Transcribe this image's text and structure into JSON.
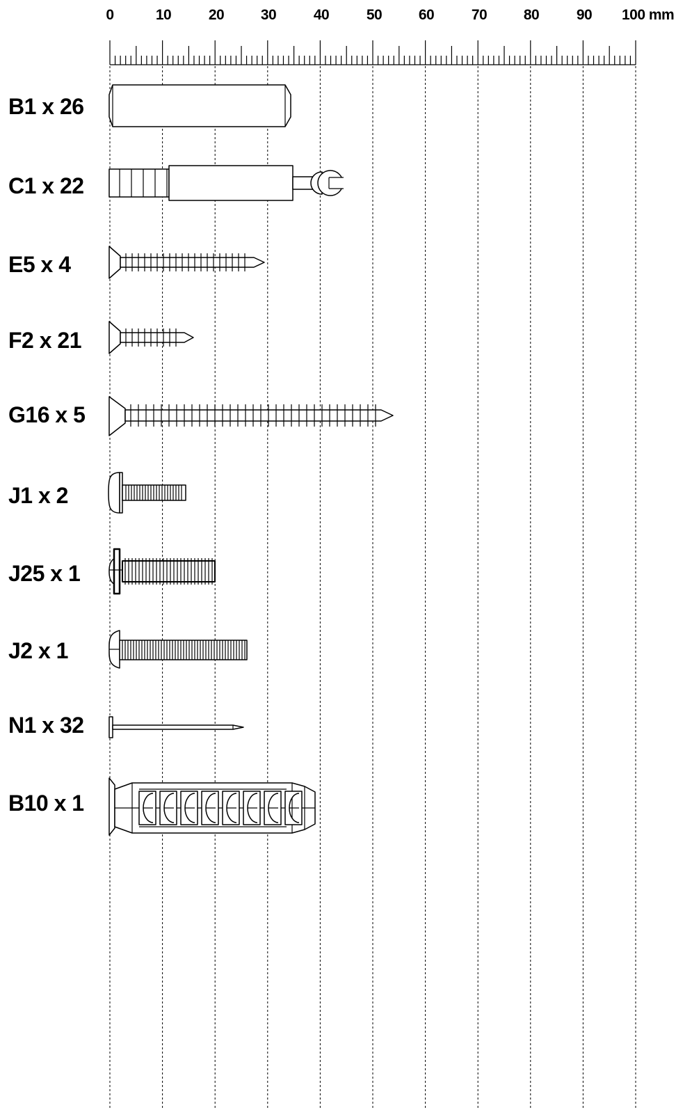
{
  "scale": {
    "tick_labels": [
      "0",
      "10",
      "20",
      "30",
      "40",
      "50",
      "60",
      "70",
      "80",
      "90",
      "100 mm"
    ]
  },
  "parts": [
    {
      "id": "B1",
      "label": "B1 x 26",
      "kind": "dowel"
    },
    {
      "id": "C1",
      "label": "C1 x 22",
      "kind": "cam-bolt"
    },
    {
      "id": "E5",
      "label": "E5 x 4",
      "kind": "wood-screw"
    },
    {
      "id": "F2",
      "label": "F2 x 21",
      "kind": "wood-screw"
    },
    {
      "id": "G16",
      "label": "G16 x 5",
      "kind": "wood-screw"
    },
    {
      "id": "J1",
      "label": "J1 x 2",
      "kind": "machine-screw"
    },
    {
      "id": "J25",
      "label": "J25 x 1",
      "kind": "machine-screw"
    },
    {
      "id": "J2",
      "label": "J2 x 1",
      "kind": "machine-screw"
    },
    {
      "id": "N1",
      "label": "N1 x 32",
      "kind": "nail"
    },
    {
      "id": "B10",
      "label": "B10 x 1",
      "kind": "wall-plug"
    }
  ]
}
